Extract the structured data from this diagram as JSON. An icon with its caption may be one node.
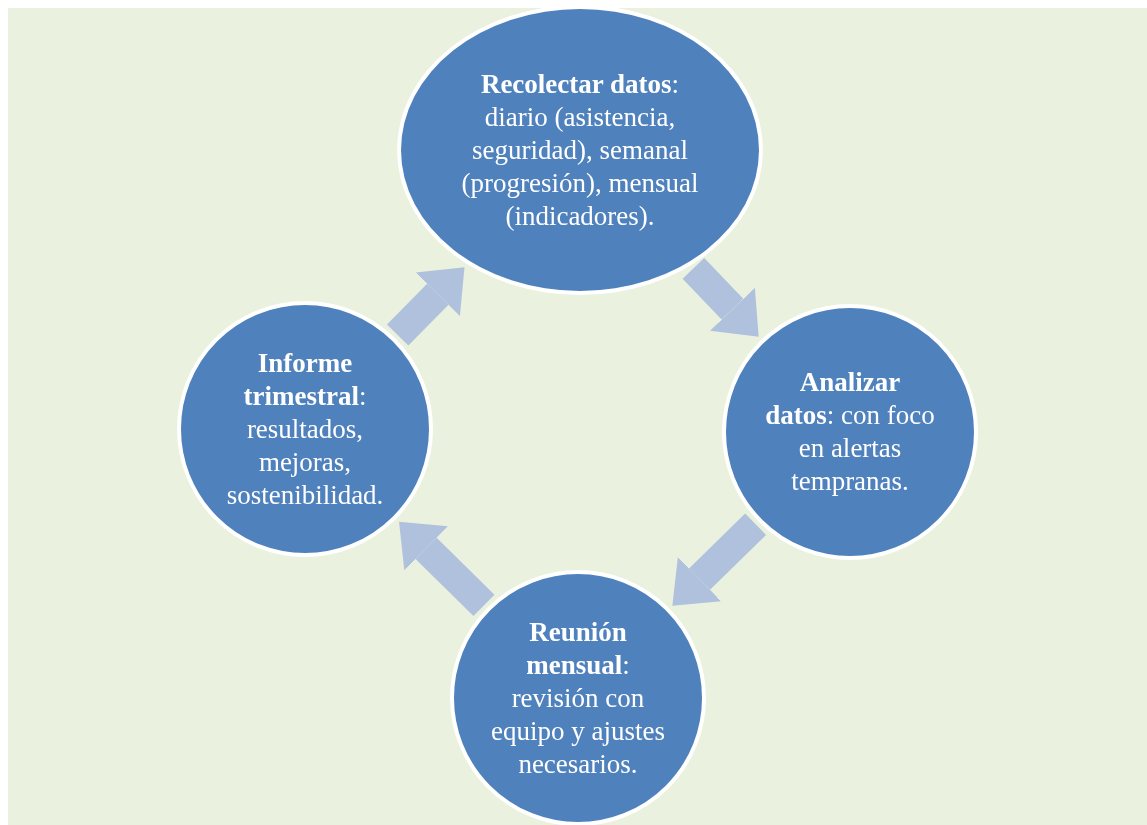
{
  "diagram": {
    "nodes": [
      {
        "text": [
          "**Recolectar datos**: diario (asistencia, seguridad), semanal (progresión), mensual (indicadores)."
        ]
      },
      {
        "text": [
          "**Analizar datos**: con foco en alertas tempranas."
        ]
      },
      {
        "text": [
          "**Reunión mensual**: revisión con equipo y ajustes necesarios."
        ]
      },
      {
        "text": [
          "**Informe trimestral**: resultados, mejoras, sostenibilidad."
        ]
      }
    ],
    "edges": [
      {
        "from": 0,
        "to": 1,
        "arrow": "to"
      },
      {
        "from": 1,
        "to": 2,
        "arrow": "to"
      },
      {
        "from": 2,
        "to": 3,
        "arrow": "to"
      },
      {
        "from": 3,
        "to": 0,
        "arrow": "to"
      }
    ]
  }
}
